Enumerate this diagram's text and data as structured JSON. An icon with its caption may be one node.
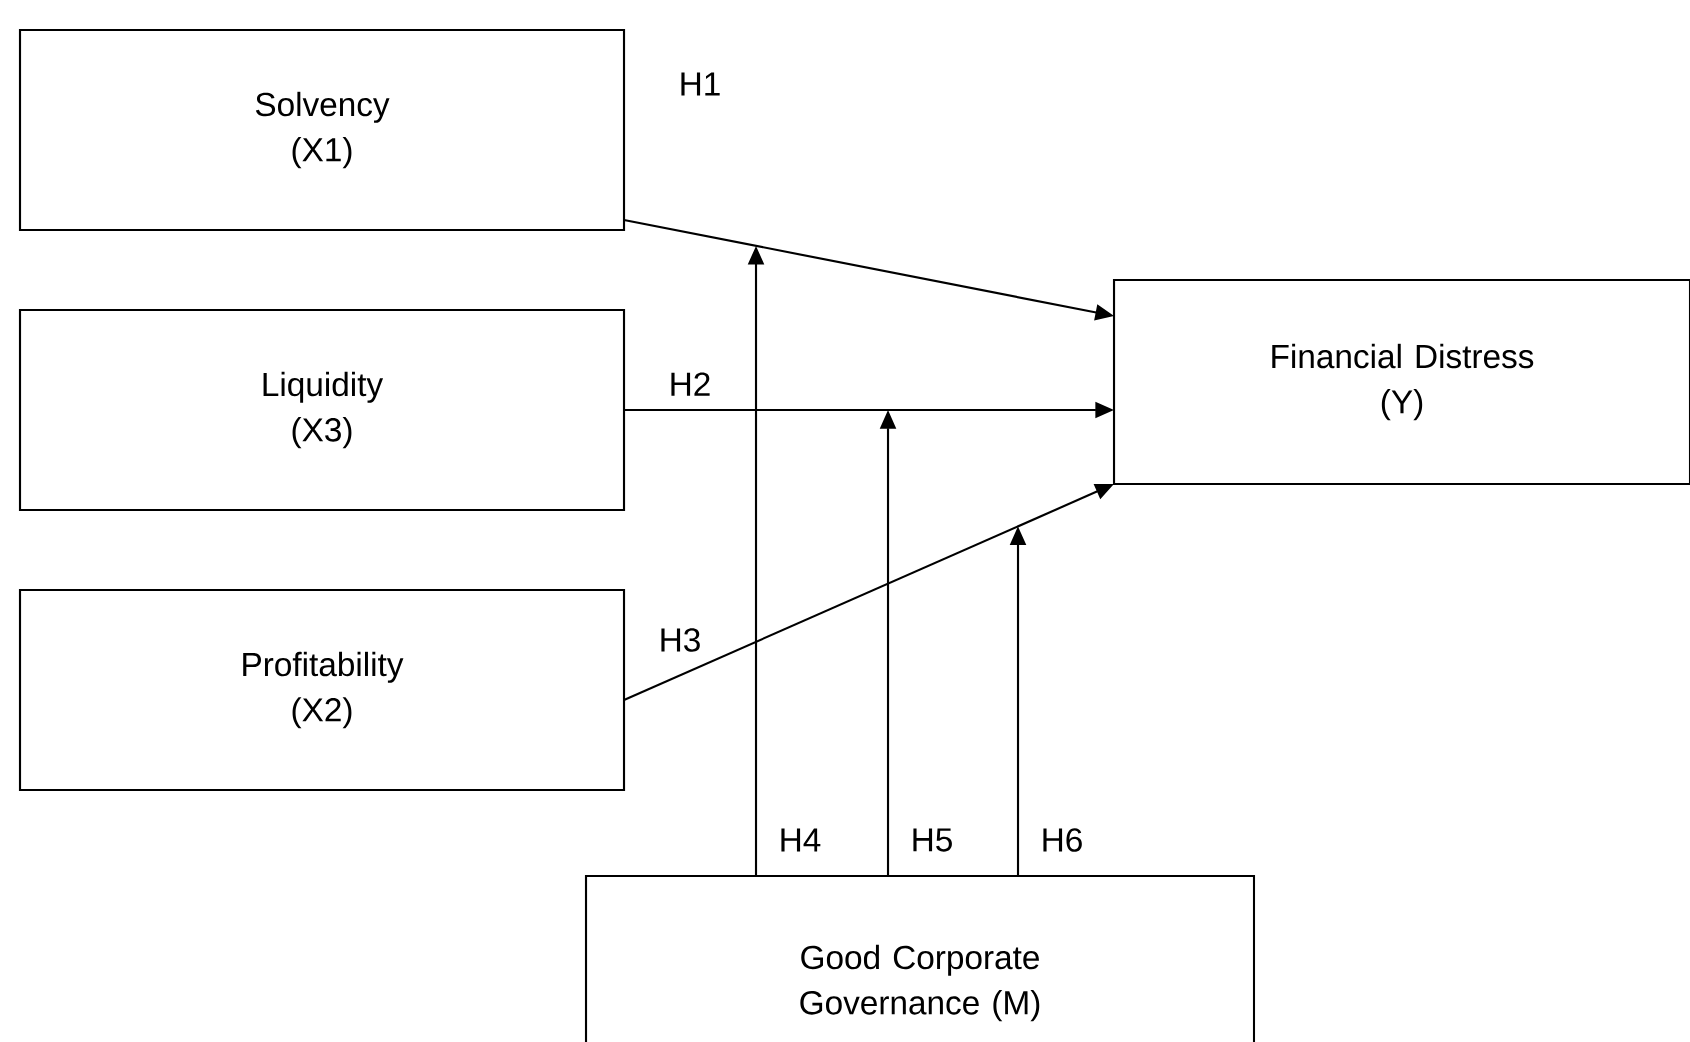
{
  "diagram": {
    "nodes": [
      {
        "text": [
          "Solvency",
          "(X1)"
        ]
      },
      {
        "text": [
          "Liquidity",
          "(X3)"
        ]
      },
      {
        "text": [
          "Profitability",
          "(X2)"
        ]
      },
      {
        "text": [
          "Financial Distress",
          "(Y)"
        ]
      },
      {
        "text": [
          "Good Corporate Governance (M)"
        ]
      }
    ],
    "edges": [
      {
        "from": 0,
        "to": 3,
        "arrow": "to",
        "label": "H1"
      },
      {
        "from": 1,
        "to": 3,
        "arrow": "to",
        "label": "H2"
      },
      {
        "from": 2,
        "to": 3,
        "arrow": "to",
        "label": "H3"
      },
      {
        "from": 4,
        "to": null,
        "arrow": "to",
        "label": "H4"
      },
      {
        "from": 4,
        "to": null,
        "arrow": "to",
        "label": "H5"
      },
      {
        "from": 4,
        "to": null,
        "arrow": "to",
        "label": "H6"
      }
    ]
  }
}
